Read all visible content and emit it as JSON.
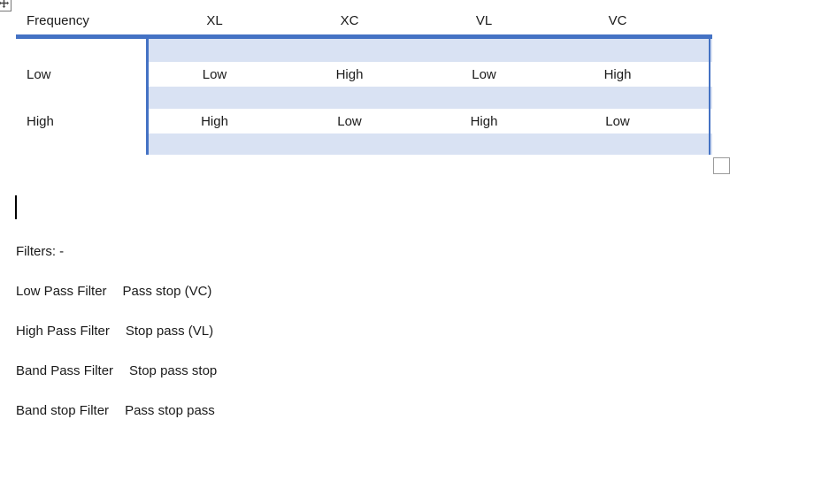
{
  "colors": {
    "table_accent": "#4472C4",
    "table_band": "#D9E2F3",
    "text": "#1a1a1a"
  },
  "icons": {
    "table_move_handle": "four-direction-arrow-icon",
    "table_resize_handle": "resize-square-icon"
  },
  "table": {
    "header": [
      "Frequency",
      "XL",
      "XC",
      "VL",
      "VC"
    ],
    "rows": [
      {
        "label": "Low",
        "values": [
          "Low",
          "High",
          "Low",
          "High"
        ]
      },
      {
        "label": "High",
        "values": [
          "High",
          "Low",
          "High",
          "Low"
        ]
      }
    ]
  },
  "content": {
    "heading": "Filters: -",
    "filters": [
      {
        "name": "Low Pass Filter",
        "desc": "Pass stop (VC)"
      },
      {
        "name": "High Pass Filter",
        "desc": "Stop pass (VL)"
      },
      {
        "name": "Band Pass Filter",
        "desc": "Stop pass stop"
      },
      {
        "name": "Band stop Filter",
        "desc": "Pass stop pass"
      }
    ]
  }
}
